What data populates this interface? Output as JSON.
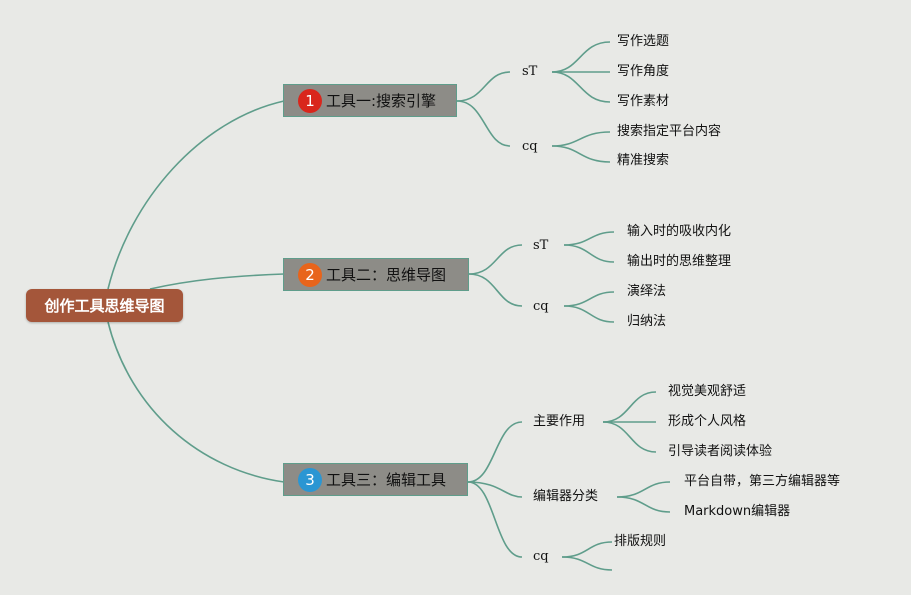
{
  "root": {
    "label": "创作工具思维导图",
    "color": "#a4563a"
  },
  "link_color": "#5f9d8b",
  "branches": [
    {
      "number": "1",
      "number_color": "#d9261c",
      "label": "工具一:搜索引擎",
      "groups": [
        {
          "label": "sT",
          "items": [
            "写作选题",
            "写作角度",
            "写作素材"
          ]
        },
        {
          "label": "cq",
          "items": [
            "搜索指定平台内容",
            "精准搜索"
          ]
        }
      ]
    },
    {
      "number": "2",
      "number_color": "#e8641b",
      "label": "工具二：思维导图",
      "groups": [
        {
          "label": "sT",
          "items": [
            "输入时的吸收内化",
            "输出时的思维整理"
          ]
        },
        {
          "label": "cq",
          "items": [
            "演绎法",
            "归纳法"
          ]
        }
      ]
    },
    {
      "number": "3",
      "number_color": "#2a96d3",
      "label": "工具三：编辑工具",
      "groups": [
        {
          "label": "主要作用",
          "items": [
            "视觉美观舒适",
            "形成个人风格",
            "引导读者阅读体验"
          ]
        },
        {
          "label": "编辑器分类",
          "items": [
            "平台自带，第三方编辑器等",
            "Markdown编辑器"
          ]
        },
        {
          "label": "cq",
          "items": [
            "排版规则",
            ""
          ]
        }
      ]
    }
  ]
}
